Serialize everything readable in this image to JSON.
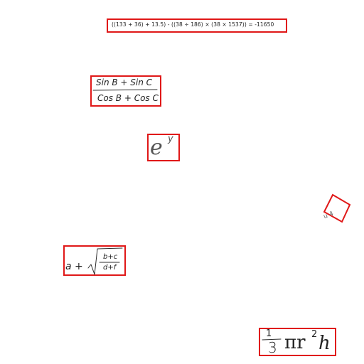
{
  "image": {
    "background": "#ffffff",
    "box_color": "#e01818",
    "ink_color": "#2b2b2b"
  },
  "expressions": [
    {
      "id": "expr1",
      "text": "((133 + 36) + 13.5) - ((38 ÷ 186) × (38 × 1537)) = -11650"
    },
    {
      "id": "expr2",
      "numerator": "Sin B + Sin C",
      "denominator": "Cos B + Cos C"
    },
    {
      "id": "expr3",
      "base": "e",
      "exponent": "y"
    },
    {
      "id": "expr4",
      "text": "u  4"
    },
    {
      "id": "expr5",
      "lhs": "a +",
      "radicand_num": "b+c",
      "radicand_den": "d+f"
    },
    {
      "id": "expr6",
      "fraction_num": "1",
      "fraction_den": "3",
      "body": "πr",
      "exponent": "2",
      "tail": "h"
    }
  ]
}
